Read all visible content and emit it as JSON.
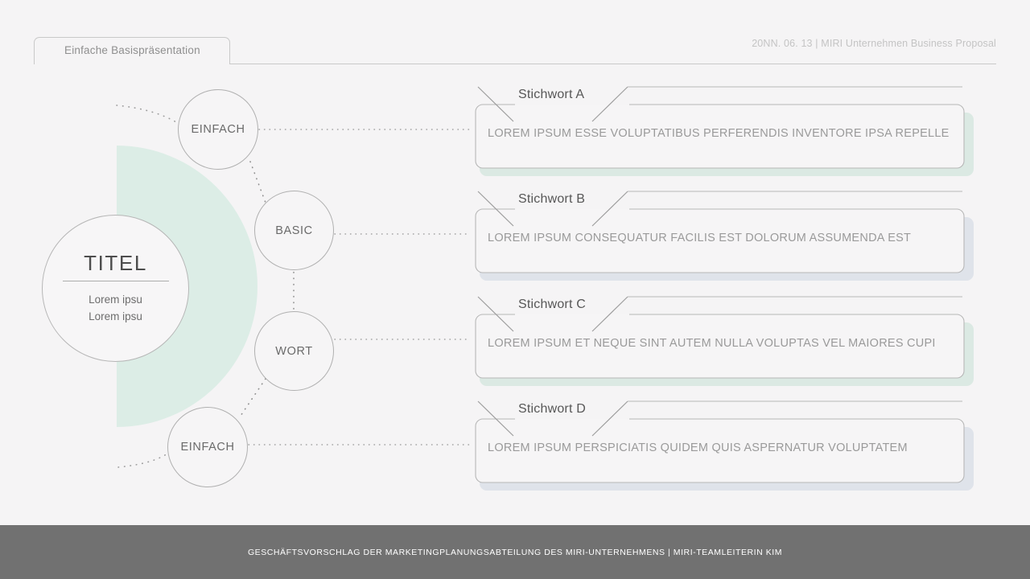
{
  "header": {
    "tab_label": "Einfache Basispräsentation",
    "meta": "20NN. 06. 13 | MIRI Unternehmen Business Proposal"
  },
  "center": {
    "title": "TITEL",
    "sub_line_1": "Lorem ipsu",
    "sub_line_2": "Lorem ipsu"
  },
  "nodes": [
    {
      "label": "EINFACH"
    },
    {
      "label": "BASIC"
    },
    {
      "label": "WORT"
    },
    {
      "label": "EINFACH"
    }
  ],
  "cards": [
    {
      "title": "Stichwort A",
      "text": "LOREM IPSUM ESSE VOLUPTATIBUS PERFERENDIS INVENTORE IPSA REPELLE",
      "shadow_color": "#dbe9e3"
    },
    {
      "title": "Stichwort B",
      "text": "LOREM IPSUM CONSEQUATUR FACILIS EST DOLORUM ASSUMENDA EST",
      "shadow_color": "#dfe3ea"
    },
    {
      "title": "Stichwort C",
      "text": "LOREM IPSUM ET NEQUE SINT AUTEM NULLA VOLUPTAS VEL MAIORES CUPI",
      "shadow_color": "#dbe9e3"
    },
    {
      "title": "Stichwort D",
      "text": "LOREM IPSUM PERSPICIATIS QUIDEM QUIS ASPERNATUR VOLUPTATEM",
      "shadow_color": "#dfe3ea"
    }
  ],
  "footer": {
    "text": "GESCHÄFTSVORSCHLAG DER MARKETINGPLANUNGSABTEILUNG DES MIRI-UNTERNEHMENS | MIRI-TEAMLEITERIN KIM"
  },
  "colors": {
    "background": "#f5f4f5",
    "accent_green": "#dcede6",
    "footer_bar": "#717171",
    "line": "#b0b0b0"
  }
}
